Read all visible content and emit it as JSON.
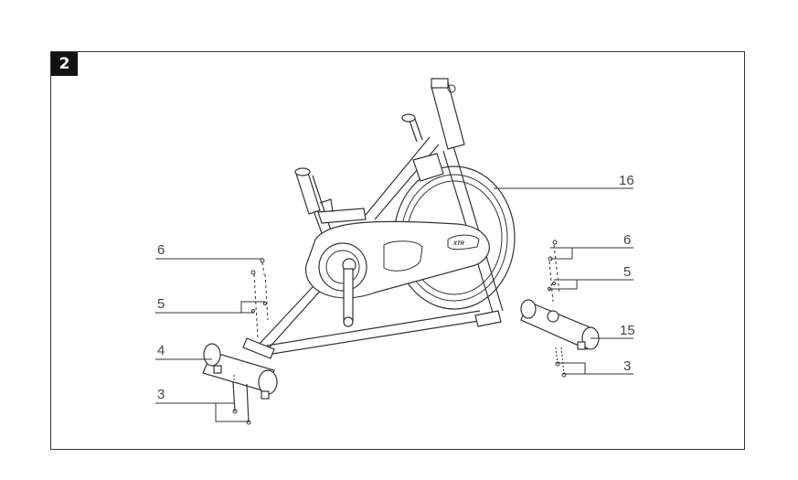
{
  "figure": {
    "step_number": "2",
    "callouts": {
      "left_6": "6",
      "left_5": "5",
      "left_4": "4",
      "left_3": "3",
      "right_16": "16",
      "right_6": "6",
      "right_5": "5",
      "right_15": "15",
      "right_3": "3"
    }
  }
}
